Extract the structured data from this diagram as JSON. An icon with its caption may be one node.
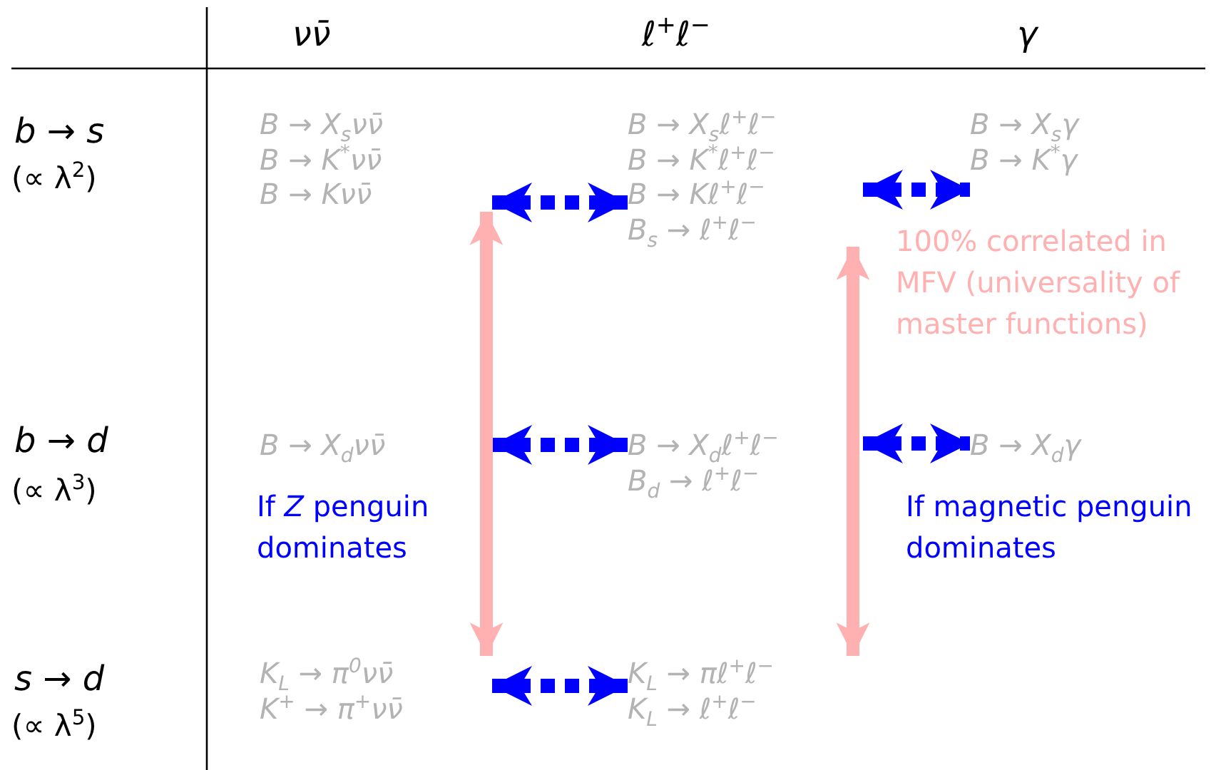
{
  "diagram": {
    "nodes": [
      {
        "text": [
          "B → X$_{s}$νν̄",
          "B → K$^{*}$νν̄",
          "B → Kνν̄"
        ]
      },
      {
        "text": [
          "B → X$_{s}$ℓ$^{+}$ℓ$^{−}$",
          "B → K$^{*}$ℓ$^{+}$ℓ$^{−}$",
          "B → Kℓ$^{+}$ℓ$^{−}$",
          "B$_{s}$ → ℓ$^{+}$ℓ$^{−}$"
        ]
      },
      {
        "text": [
          "B → X$_{s}$γ",
          "B → K$^{*}$γ"
        ]
      },
      {
        "text": [
          "B → X$_{d}$νν̄"
        ]
      },
      {
        "text": [
          "B → X$_{d}$ℓ$^{+}$ℓ$^{−}$",
          "B$_{d}$ → ℓ$^{+}$ℓ$^{−}$"
        ]
      },
      {
        "text": [
          "B → X$_{d}$γ"
        ]
      },
      {
        "text": [
          "K$_{L}$ → π$^{0}$νν̄",
          "K$^{+}$ → π$^{+}$νν̄"
        ]
      },
      {
        "text": [
          "K$_{L}$ → πℓ$^{+}$ℓ$^{−}$",
          "K$_{L}$ → ℓ$^{+}$ℓ$^{−}$"
        ]
      }
    ],
    "edges": [
      {
        "from": 0,
        "to": 1,
        "arrow": "both",
        "style": "dashed"
      },
      {
        "from": 1,
        "to": 2,
        "arrow": "both",
        "style": "dashed"
      },
      {
        "from": 3,
        "to": 4,
        "arrow": "both",
        "style": "dashed"
      },
      {
        "from": 4,
        "to": 5,
        "arrow": "both",
        "style": "dashed"
      },
      {
        "from": 6,
        "to": 7,
        "arrow": "both",
        "style": "dashed"
      },
      {
        "from": 0,
        "to": 6,
        "arrow": "both",
        "color": "#ffb0b0"
      },
      {
        "from": 1,
        "to": 7,
        "arrow": "both",
        "color": "#ffb0b0"
      }
    ],
    "labels": [
      "νν̄",
      "ℓ$^{+}$ℓ$^{−}$",
      "γ",
      "b → s",
      "(∝ λ$^{2}$)",
      "100% correlated in MFV (universality of master functions)",
      "b → d",
      "(∝ λ$^{3}$)",
      "If *Z* penguin dominates",
      "If magnetic penguin dominates",
      "s → d",
      "(∝ λ$^{5}$)"
    ]
  }
}
